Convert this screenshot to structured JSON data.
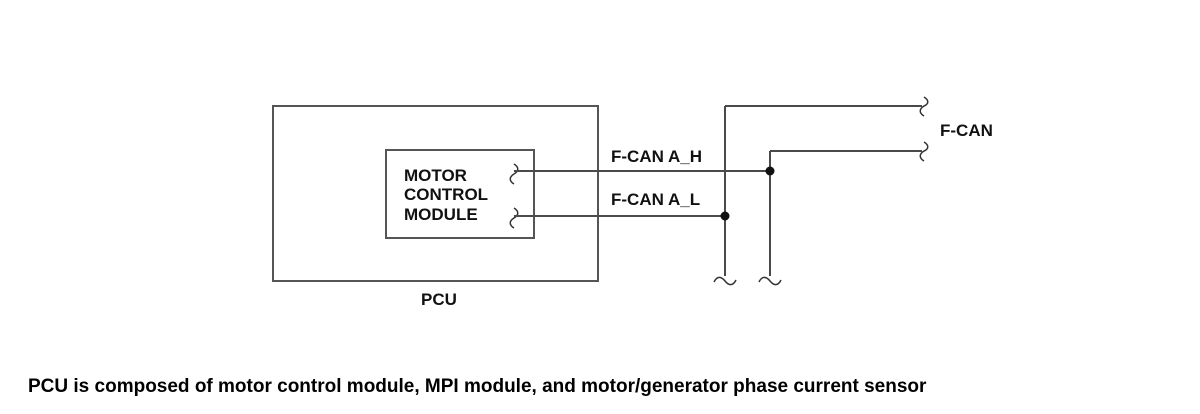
{
  "diagram": {
    "pcu_label": "PCU",
    "module_label_lines": [
      "MOTOR",
      "CONTROL",
      "MODULE"
    ],
    "signal_high_label": "F-CAN A_H",
    "signal_low_label": "F-CAN A_L",
    "bus_label": "F-CAN"
  },
  "caption": "PCU is composed of motor control module, MPI module, and motor/generator phase current sensor"
}
